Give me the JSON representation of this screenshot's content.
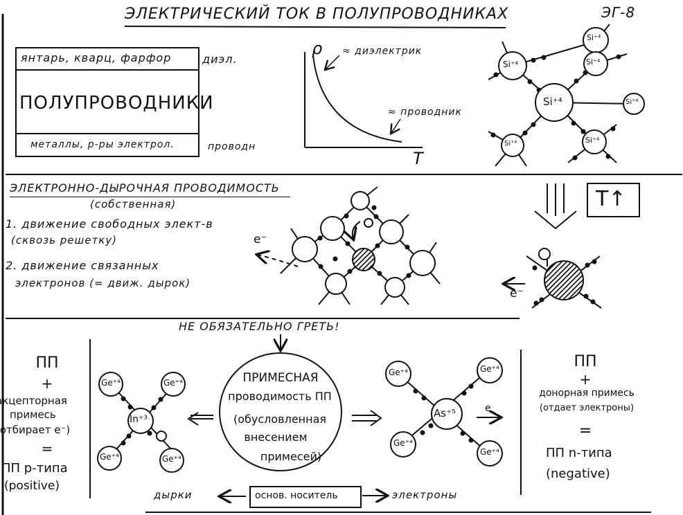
{
  "header": {
    "title": "ЭЛЕКТРИЧЕСКИЙ ТОК В ПОЛУПРОВОДНИКАХ",
    "code": "ЭГ-8"
  },
  "classification": {
    "dielectrics": "янтарь, кварц, фарфор",
    "dielectrics_note": "диэл.",
    "semiconductors": "ПОЛУПРОВОДНИКИ",
    "conductors": "металлы, р-ры электрол.",
    "conductors_note": "проводн"
  },
  "graph": {
    "y_symbol": "ρ",
    "x_symbol": "T",
    "label_dielectric": "≈ диэлектрик",
    "label_conductor": "≈ проводник"
  },
  "section2": {
    "title": "ЭЛЕКТРОННО-ДЫРОЧНАЯ ПРОВОДИМОСТЬ",
    "subtitle": "(собственная)",
    "item1_line1": "1. движение свободных элект-в",
    "item1_line2": "(сквозь решетку)",
    "item2_line1": "2. движение связанных",
    "item2_line2": "электронов (= движ. дырок)",
    "electron_label": "e⁻",
    "temp_label": "T↑",
    "electron_label2": "e⁻"
  },
  "section3": {
    "note": "НЕ ОБЯЗАТЕЛЬНО ГРЕТЬ!",
    "left_pp": "ПП",
    "left_plus": "+",
    "left_line1": "акцепторная",
    "left_line2": "примесь",
    "left_line3": "(отбирает e⁻)",
    "left_eq": "=",
    "left_type": "ПП p-типа",
    "left_type2": "(positive)",
    "center_line1": "ПРИМЕСНАЯ",
    "center_line2": "проводимость ПП",
    "center_line3": "(обусловленная",
    "center_line4": "внесением",
    "center_line5": "примесей)",
    "right_pp": "ПП",
    "right_plus": "+",
    "right_line1": "донорная примесь",
    "right_line2": "(отдает электроны)",
    "right_eq": "=",
    "right_type": "ПП n-типа",
    "right_type2": "(negative)",
    "carriers_left": "дырки",
    "carriers_box": "основ. носитель",
    "carriers_right": "электроны",
    "atom_in": "In⁺³",
    "atom_as": "As⁺⁵",
    "atom_ge": "Ge⁺⁴",
    "e_label": "e"
  },
  "crystal": {
    "atom_si": "Si⁺⁴"
  }
}
